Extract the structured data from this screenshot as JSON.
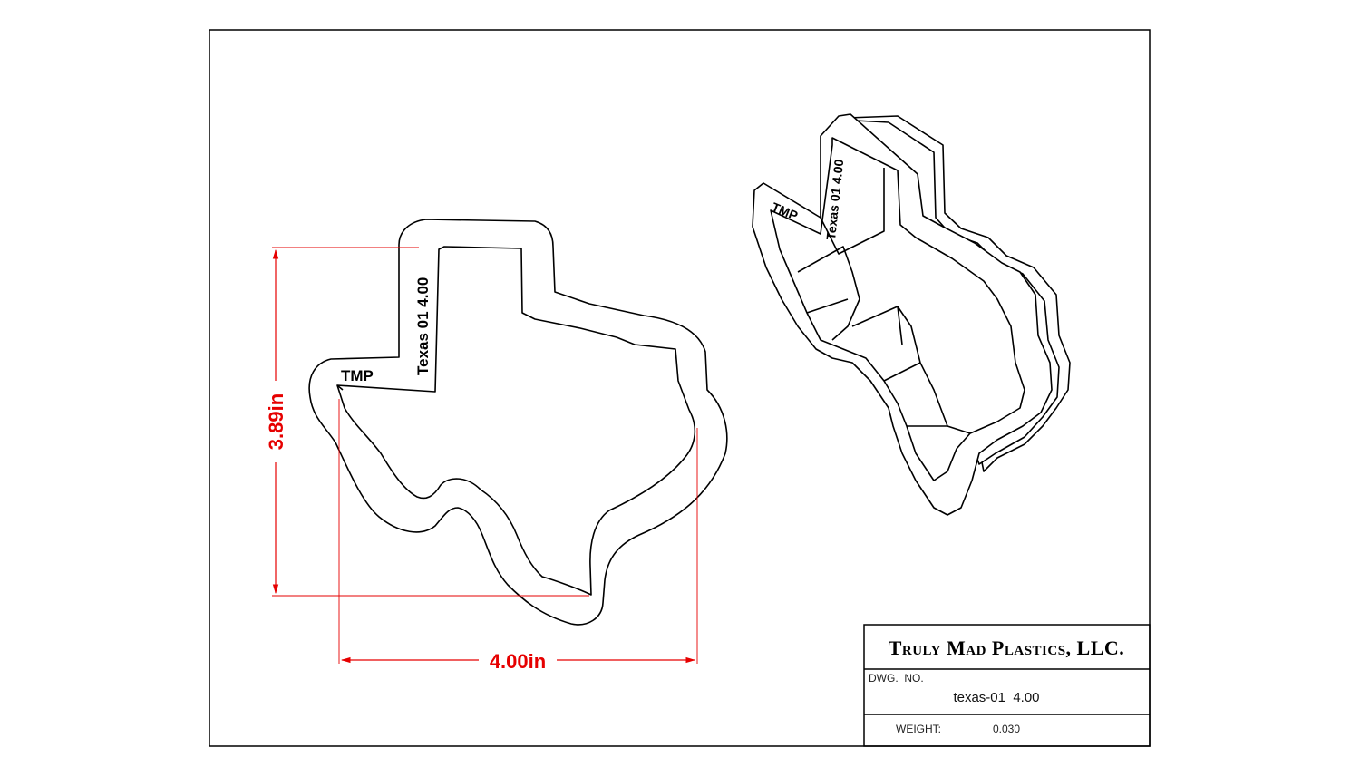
{
  "colors": {
    "dimension": "#e60000",
    "line": "#000000",
    "background": "#ffffff"
  },
  "drawing": {
    "dimensions": {
      "height": "3.89in",
      "width": "4.00in"
    },
    "engraving": {
      "brand": "TMP",
      "label": "Texas 01 4.00"
    }
  },
  "title_block": {
    "company": "Truly Mad Plastics, LLC.",
    "dwg_no_label": "DWG.  NO.",
    "dwg_no": "texas-01_4.00",
    "weight_label": "WEIGHT:",
    "weight": "0.030"
  }
}
